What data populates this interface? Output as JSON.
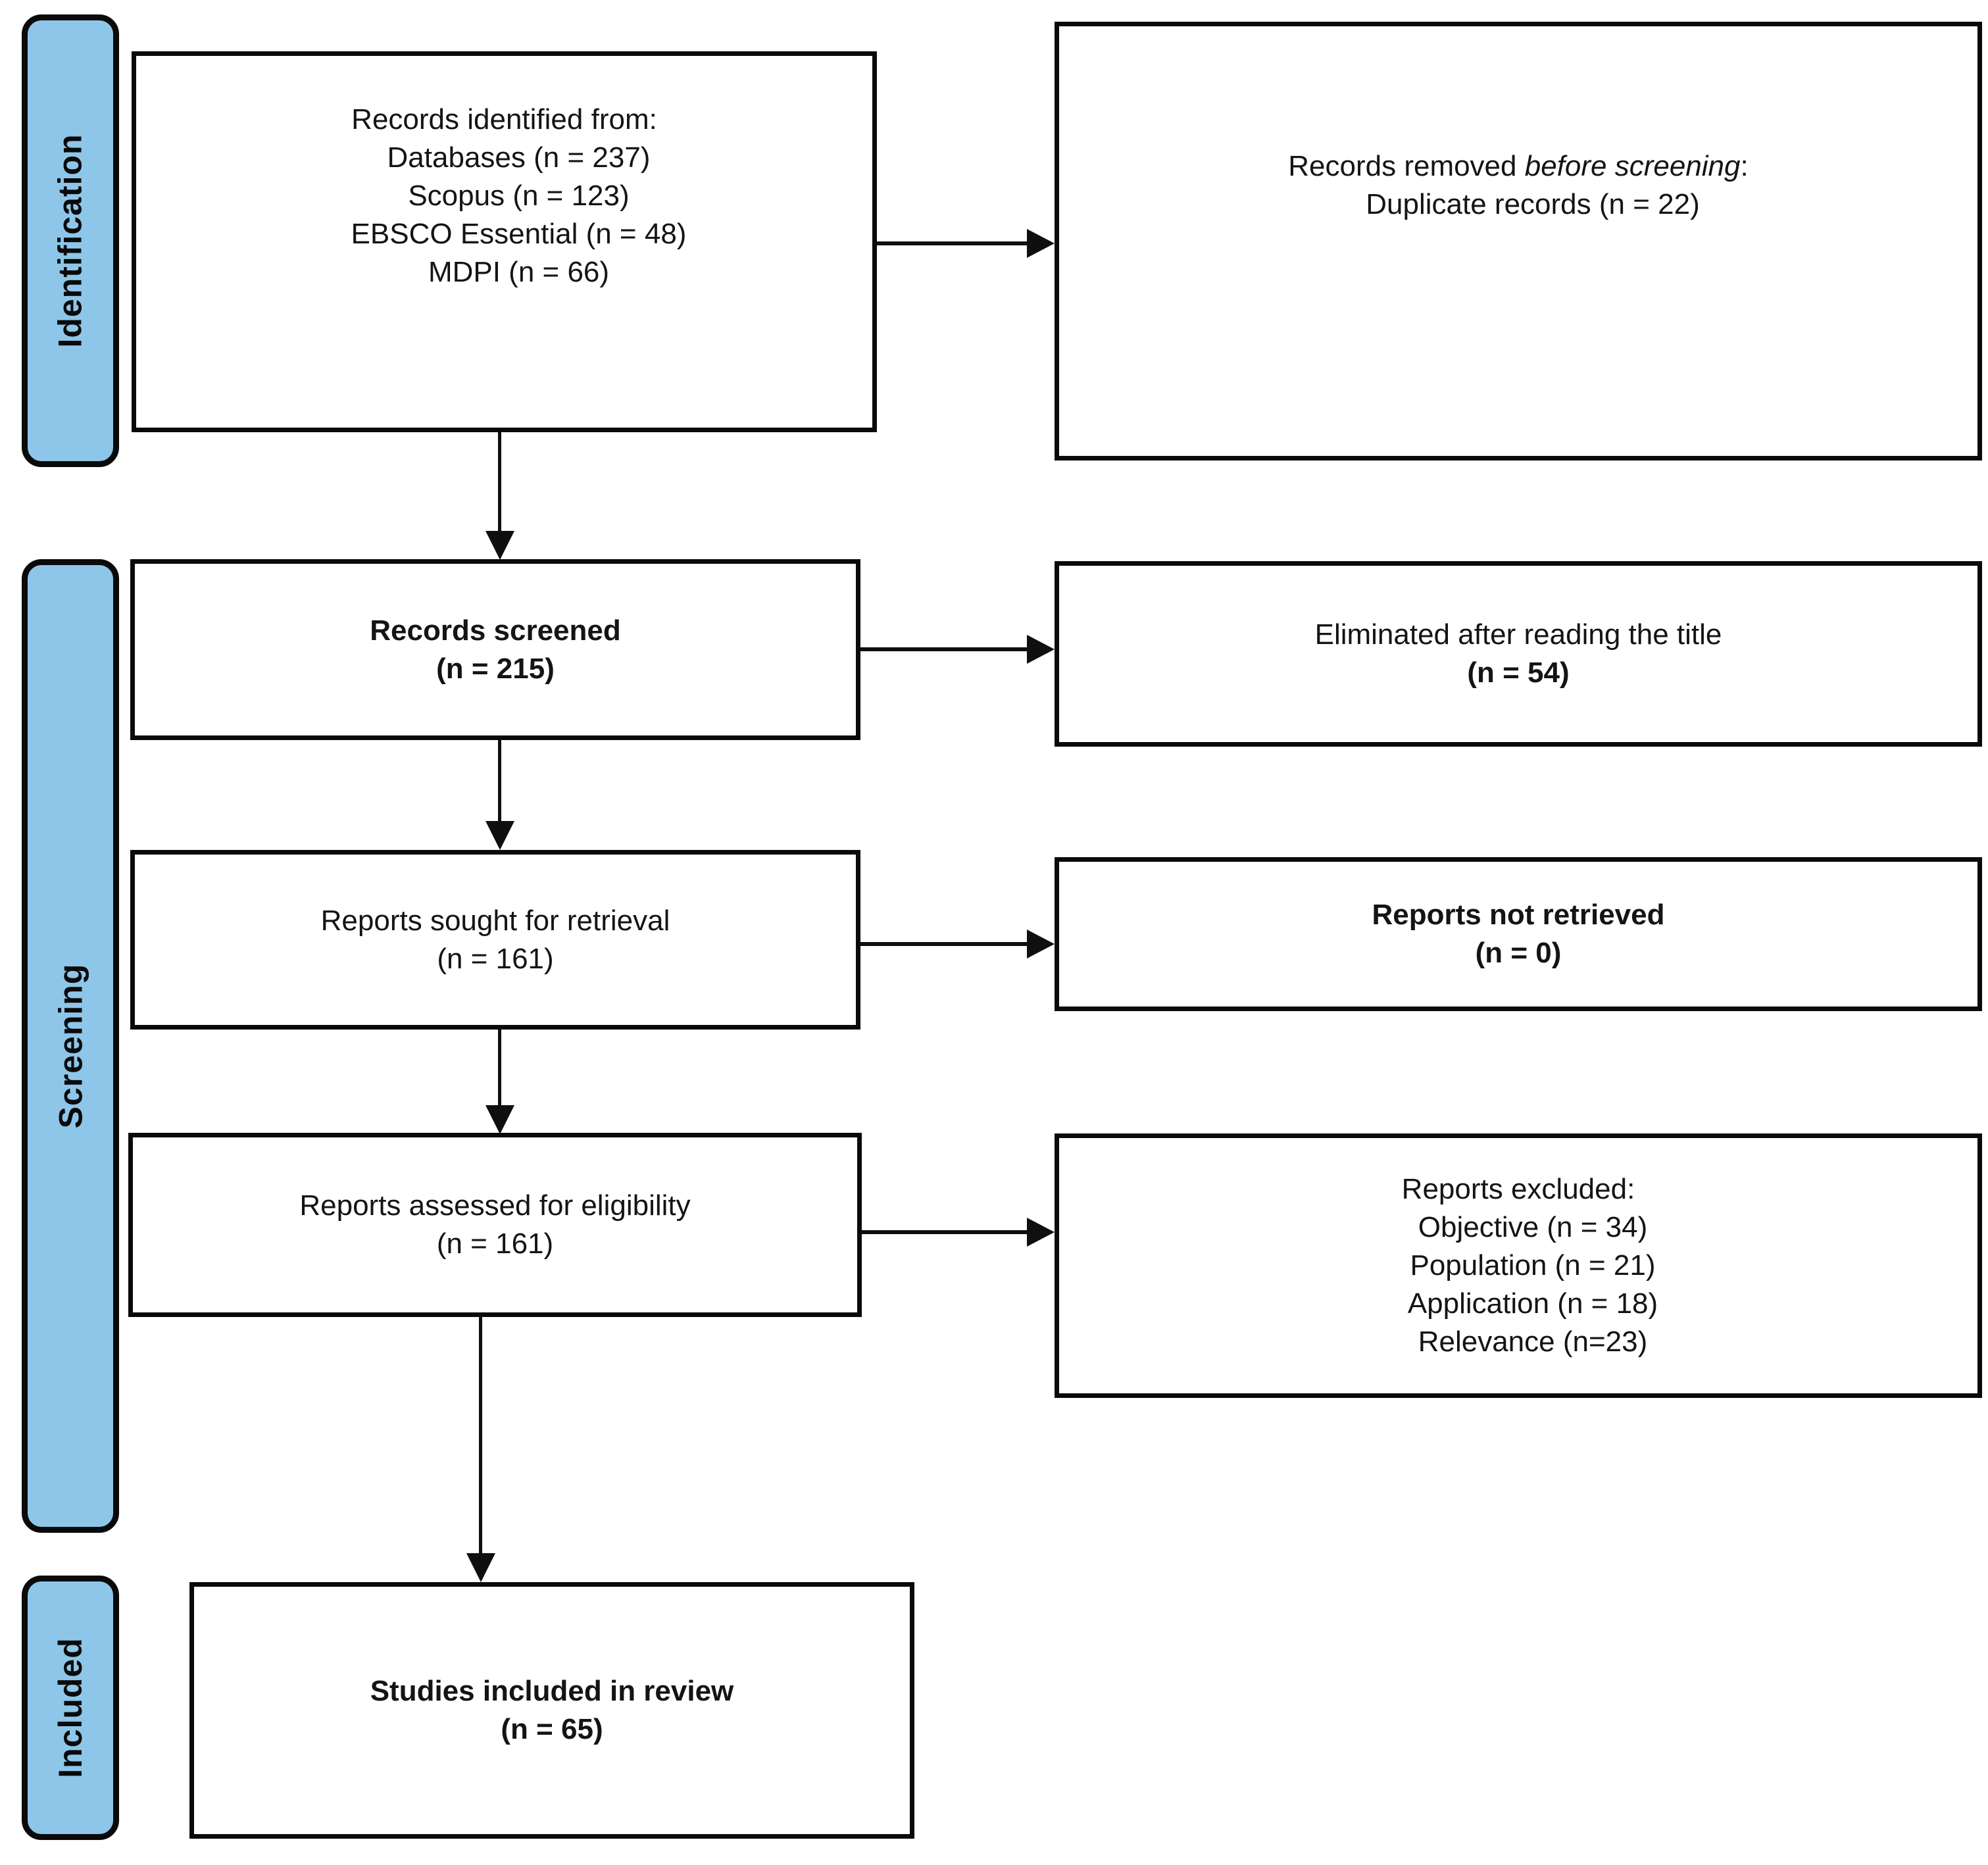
{
  "palette": {
    "bar_fill": "#8DC6E8",
    "border": "#0A0A0A",
    "box_bg": "#FFFFFF",
    "text": "#141414"
  },
  "sidebar": {
    "identification": "Identification",
    "screening": "Screening",
    "included": "Included"
  },
  "boxes": {
    "records_identified": {
      "title": "Records identified from:",
      "items": [
        "Databases (n = 237)",
        "Scopus (n = 123)",
        "EBSCO Essential (n = 48)",
        "MDPI (n = 66)"
      ]
    },
    "records_removed": {
      "prefix": "Records removed ",
      "italic": "before screening",
      "suffix": ":",
      "item": "Duplicate records (n = 22)"
    },
    "records_screened": {
      "line1": "Records screened",
      "line2": "(n = 215)"
    },
    "eliminated_title": {
      "line1": "Eliminated after reading the title",
      "line2": "(n = 54)"
    },
    "reports_sought": {
      "line1": "Reports sought for retrieval",
      "line2": "(n = 161)"
    },
    "reports_not_retrieved": {
      "line1": "Reports not retrieved",
      "line2": "(n = 0)"
    },
    "reports_assessed": {
      "line1": "Reports assessed for eligibility",
      "line2": "(n = 161)"
    },
    "reports_excluded": {
      "title": "Reports excluded:",
      "items": [
        "Objective (n = 34)",
        "Population (n = 21)",
        "Application (n = 18)",
        "Relevance (n=23)"
      ]
    },
    "studies_included": {
      "line1": "Studies included in review",
      "line2": "(n = 65)"
    }
  }
}
